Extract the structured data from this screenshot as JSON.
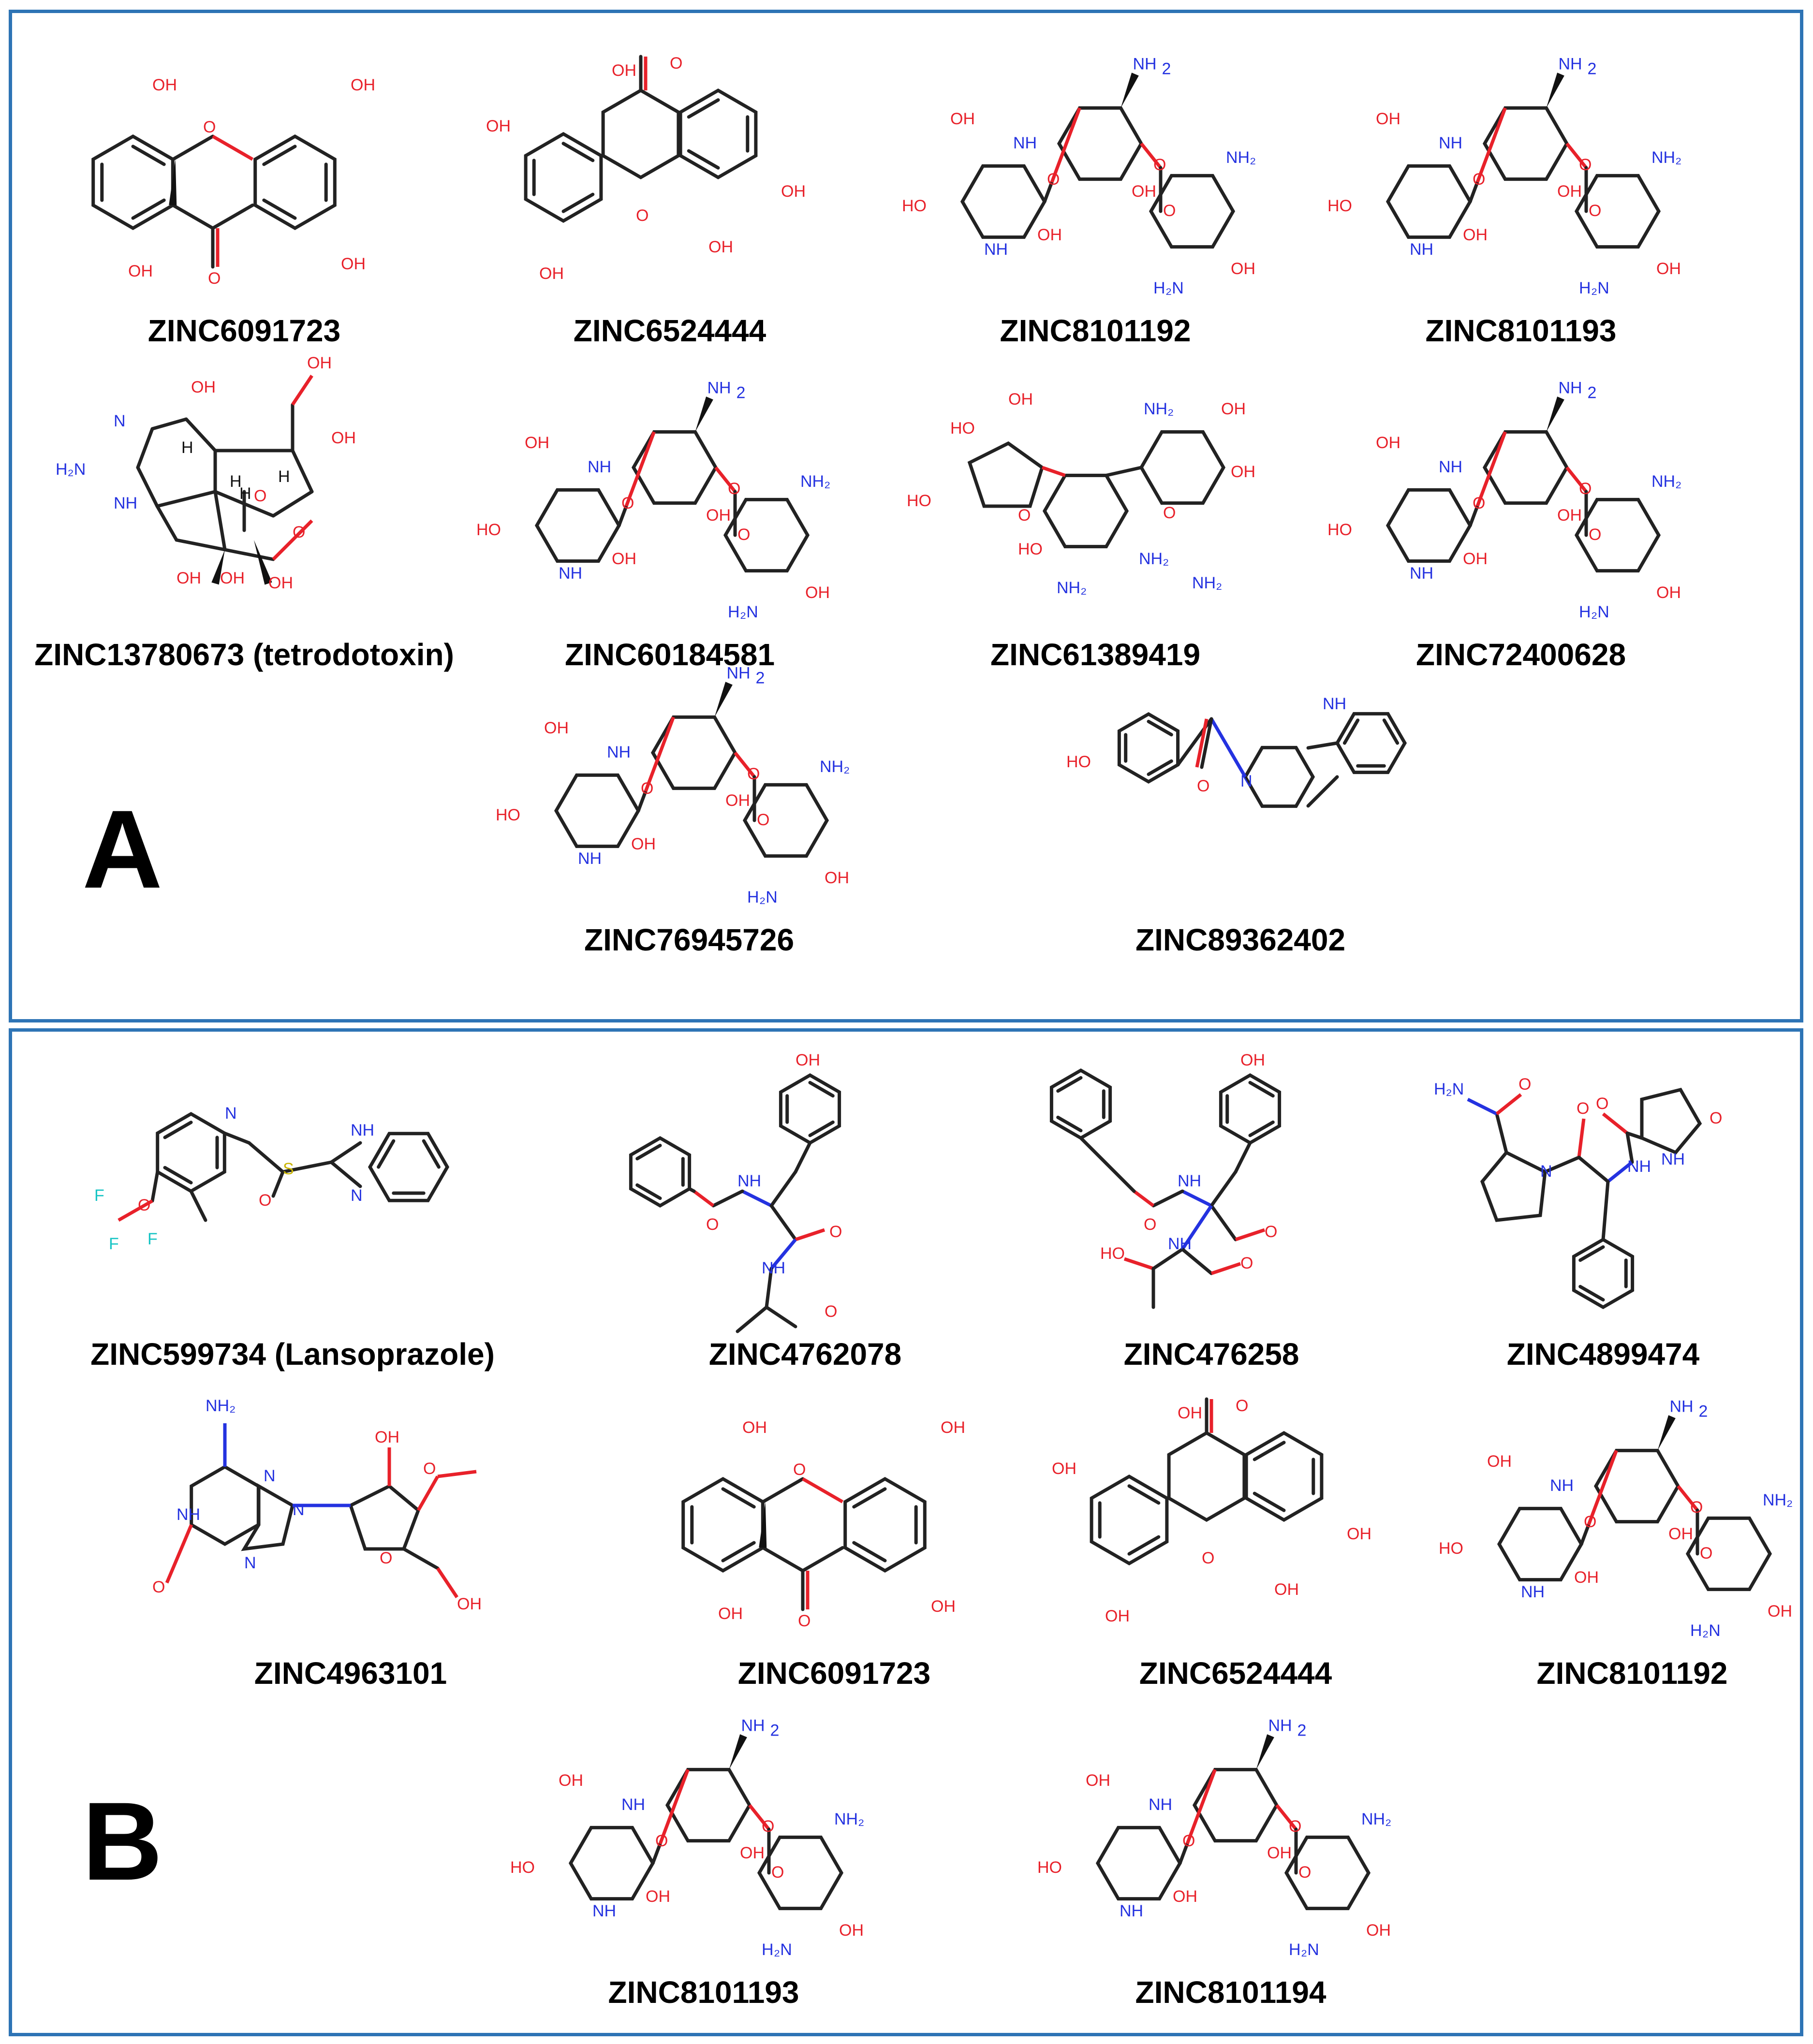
{
  "colors": {
    "frame": "#2e74b5",
    "oxygen": "#e8212a",
    "nitrogen": "#2432e0",
    "sulfur": "#c9b400",
    "fluorine": "#17c4c4"
  },
  "panel_a": {
    "letter": "A",
    "compounds": [
      {
        "label": "ZINC6091723",
        "structure": "flavanone"
      },
      {
        "label": "ZINC6524444",
        "structure": "flavonol"
      },
      {
        "label": "ZINC8101192",
        "structure": "aminoglycoside"
      },
      {
        "label": "ZINC8101193",
        "structure": "aminoglycoside"
      },
      {
        "label": "ZINC13780673 (tetrodotoxin)",
        "structure": "tetrodotoxin"
      },
      {
        "label": "ZINC60184581",
        "structure": "aminoglycoside"
      },
      {
        "label": "ZINC61389419",
        "structure": "aminoglycoside-furanose"
      },
      {
        "label": "ZINC72400628",
        "structure": "aminoglycoside"
      },
      {
        "label": "ZINC76945726",
        "structure": "aminoglycoside"
      },
      {
        "label": "ZINC89362402",
        "structure": "tetrahydro-carboline-amide"
      }
    ]
  },
  "panel_b": {
    "letter": "B",
    "compounds": [
      {
        "label": "ZINC599734 (Lansoprazole)",
        "structure": "lansoprazole"
      },
      {
        "label": "ZINC4762078",
        "structure": "cbz-tyr-ala-amide"
      },
      {
        "label": "ZINC476258",
        "structure": "cbz-tyr-thr-ketone"
      },
      {
        "label": "ZINC4899474",
        "structure": "pglu-phe-pro-amide"
      },
      {
        "label": "ZINC4963101",
        "structure": "methylguanosine"
      },
      {
        "label": "ZINC6091723",
        "structure": "flavanone"
      },
      {
        "label": "ZINC6524444",
        "structure": "flavonol"
      },
      {
        "label": "ZINC8101192",
        "structure": "aminoglycoside"
      },
      {
        "label": "ZINC8101193",
        "structure": "aminoglycoside"
      },
      {
        "label": "ZINC8101194",
        "structure": "aminoglycoside"
      }
    ]
  }
}
